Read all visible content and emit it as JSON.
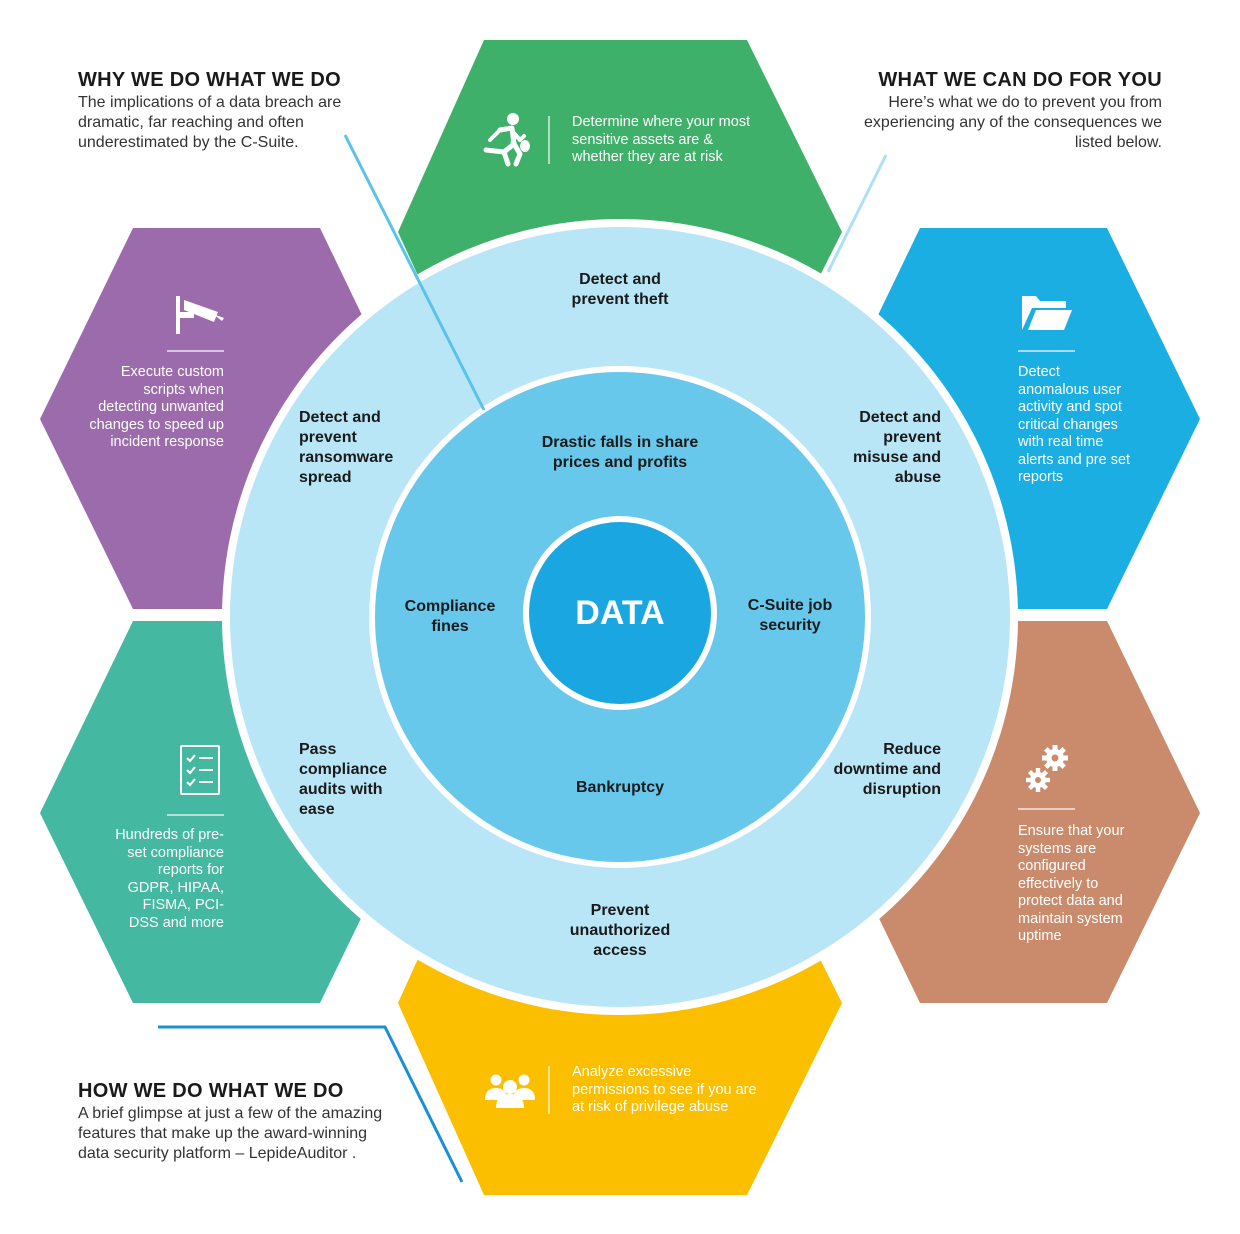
{
  "corners": {
    "why": {
      "title": "WHY WE DO WHAT WE DO",
      "body": "The implications of a data breach are dramatic, far reaching and often underestimated by the C-Suite."
    },
    "what": {
      "title": "WHAT WE CAN DO FOR YOU",
      "body": "Here’s what we do to prevent you from experiencing any of the consequences we listed below."
    },
    "how": {
      "title": "HOW WE DO WHAT WE DO",
      "body": "A brief glimpse at just a few of the amazing features that make up the award-winning data security platform – LepideAuditor ."
    }
  },
  "hexagons": {
    "top": {
      "text": "Determine where your most sensitive assets are & whether they are at risk",
      "icon": "running-thief-icon",
      "color": "#3fb069"
    },
    "top_right": {
      "text": "Detect anomalous user activity and spot critical changes with real time alerts and pre set reports",
      "icon": "folder-icon",
      "color": "#1aaee3"
    },
    "bottom_right": {
      "text": "Ensure that your systems are configured effectively to protect data and maintain system uptime",
      "icon": "gears-icon",
      "color": "#c98b6b"
    },
    "bottom": {
      "text": "Analyze excessive permissions to see if you are at risk of privilege abuse",
      "icon": "users-group-icon",
      "color": "#fbbf00"
    },
    "bottom_left": {
      "text": "Hundreds of pre-set compliance reports for GDPR, HIPAA, FISMA, PCI-DSS and more",
      "icon": "checklist-icon",
      "color": "#45b8a1"
    },
    "top_left": {
      "text": "Execute custom scripts when detecting unwanted changes  to speed up incident response",
      "icon": "security-camera-icon",
      "color": "#9b6bab"
    }
  },
  "outer_ring": {
    "top": "Detect and prevent theft",
    "top_right": "Detect and prevent misuse and abuse",
    "bottom_right": "Reduce downtime and disruption",
    "bottom": "Prevent unauthorized access",
    "bottom_left": "Pass compliance audits with ease",
    "top_left": "Detect and prevent ransomware spread"
  },
  "inner_ring": {
    "top": "Drastic falls in share prices and profits",
    "right": "C-Suite job security",
    "bottom": "Bankruptcy",
    "left": "Compliance fines"
  },
  "center": {
    "label": "DATA"
  },
  "colors": {
    "outer_ring": "#b9e6f7",
    "inner_ring": "#67c8ec",
    "core": "#1aa6e0",
    "connector": "#5bc2ea"
  }
}
